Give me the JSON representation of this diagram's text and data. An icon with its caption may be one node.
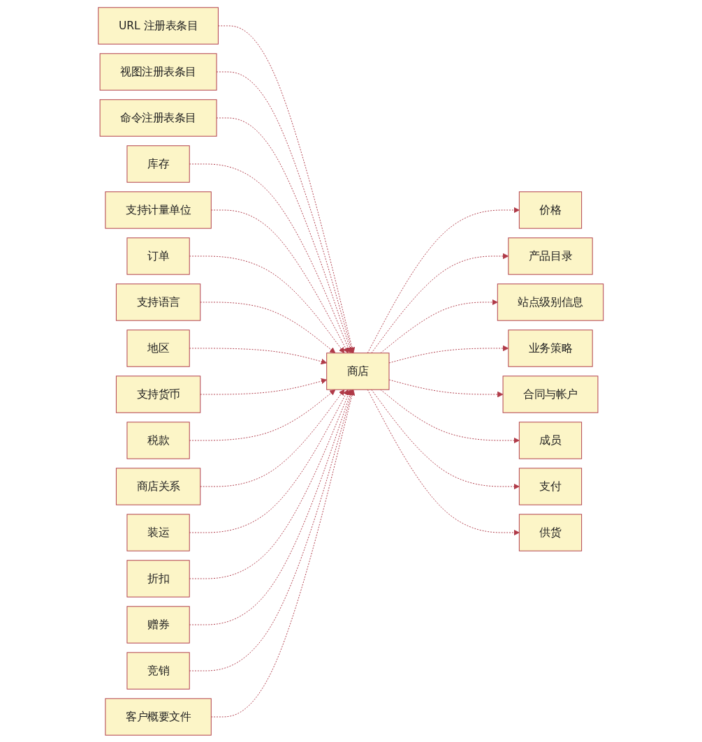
{
  "diagram": {
    "nodes": [
      {
        "text": [
          "价格"
        ]
      },
      {
        "text": [
          "产品目录"
        ]
      },
      {
        "text": [
          "站点级别信息"
        ]
      },
      {
        "text": [
          "业务策略"
        ]
      },
      {
        "text": [
          "合同与帐户"
        ]
      },
      {
        "text": [
          "成员"
        ]
      },
      {
        "text": [
          "URL 注册表条目"
        ]
      },
      {
        "text": [
          "支付"
        ]
      },
      {
        "text": [
          "视图注册表条目"
        ]
      },
      {
        "text": [
          "供货"
        ]
      },
      {
        "text": [
          "命令注册表条目"
        ]
      },
      {
        "text": [
          "商店"
        ]
      },
      {
        "text": [
          "库存"
        ]
      },
      {
        "text": [
          "支持计量单位"
        ]
      },
      {
        "text": [
          "订单"
        ]
      },
      {
        "text": [
          "支持语言"
        ]
      },
      {
        "text": [
          "地区"
        ]
      },
      {
        "text": [
          "支持货币"
        ]
      },
      {
        "text": [
          "税款"
        ]
      },
      {
        "text": [
          "商店关系"
        ]
      },
      {
        "text": [
          "装运"
        ]
      },
      {
        "text": [
          "折扣"
        ]
      },
      {
        "text": [
          "赠券"
        ]
      },
      {
        "text": [
          "竞销"
        ]
      },
      {
        "text": [
          "客户概要文件"
        ]
      }
    ],
    "edges": [
      {
        "from": 11,
        "to": 0,
        "arrow": "to",
        "style": "dashed"
      },
      {
        "from": 11,
        "to": 1,
        "arrow": "to",
        "style": "dashed"
      },
      {
        "from": 11,
        "to": 2,
        "arrow": "to",
        "style": "dashed"
      },
      {
        "from": 11,
        "to": 3,
        "arrow": "to",
        "style": "dashed"
      },
      {
        "from": 11,
        "to": 4,
        "arrow": "to",
        "style": "dashed"
      },
      {
        "from": 11,
        "to": 5,
        "arrow": "to",
        "style": "dashed"
      },
      {
        "from": 6,
        "to": 11,
        "arrow": "to",
        "style": "dashed"
      },
      {
        "from": 11,
        "to": 7,
        "arrow": "to",
        "style": "dashed"
      },
      {
        "from": 8,
        "to": 11,
        "arrow": "to",
        "style": "dashed"
      },
      {
        "from": 11,
        "to": 9,
        "arrow": "to",
        "style": "dashed"
      },
      {
        "from": 10,
        "to": 11,
        "arrow": "to",
        "style": "dashed"
      },
      {
        "from": 12,
        "to": 11,
        "arrow": "to",
        "style": "dashed"
      },
      {
        "from": 13,
        "to": 11,
        "arrow": "to",
        "style": "dashed"
      },
      {
        "from": 14,
        "to": 11,
        "arrow": "to",
        "style": "dashed"
      },
      {
        "from": 15,
        "to": 11,
        "arrow": "to",
        "style": "dashed"
      },
      {
        "from": 16,
        "to": 11,
        "arrow": "to",
        "style": "dashed"
      },
      {
        "from": 17,
        "to": 11,
        "arrow": "to",
        "style": "dashed"
      },
      {
        "from": 18,
        "to": 11,
        "arrow": "to",
        "style": "dashed"
      },
      {
        "from": 19,
        "to": 11,
        "arrow": "to",
        "style": "dashed"
      },
      {
        "from": 20,
        "to": 11,
        "arrow": "to",
        "style": "dashed"
      },
      {
        "from": 21,
        "to": 11,
        "arrow": "to",
        "style": "dashed"
      },
      {
        "from": 22,
        "to": 11,
        "arrow": "to",
        "style": "dashed"
      },
      {
        "from": 23,
        "to": 11,
        "arrow": "to",
        "style": "dashed"
      },
      {
        "from": 24,
        "to": 11,
        "arrow": "to",
        "style": "dashed"
      }
    ]
  }
}
